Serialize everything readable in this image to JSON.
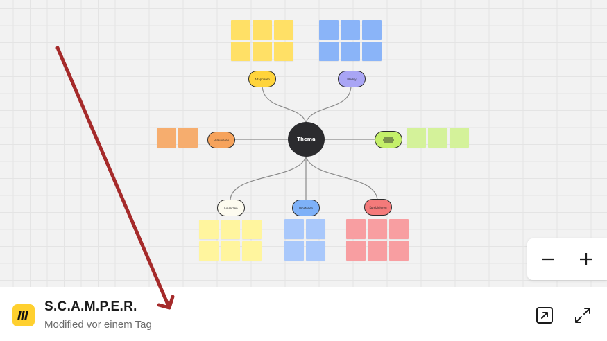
{
  "board": {
    "center_label": "Thema",
    "branch_labels": {
      "top_left": "Adaptieren",
      "top_right": "Modify",
      "left": "Eliminieren",
      "right": "",
      "bottom_left": "Einsetzen",
      "bottom_center": "Umstellen",
      "bottom_right": "Kombinieren"
    },
    "colors": {
      "yellow": "#ffe066",
      "pale_yellow": "#fff59e",
      "blue": "#8ab4f8",
      "light_blue": "#a9c8fb",
      "orange": "#f6ad6e",
      "green": "#d4f29a",
      "pink": "#f89ea1"
    }
  },
  "zoom": {
    "out_label": "−",
    "in_label": "+"
  },
  "footer": {
    "title": "S.C.A.M.P.E.R.",
    "subtitle": "Modified vor einem Tag"
  },
  "annotation": {
    "arrow_color": "#a52a2a"
  }
}
